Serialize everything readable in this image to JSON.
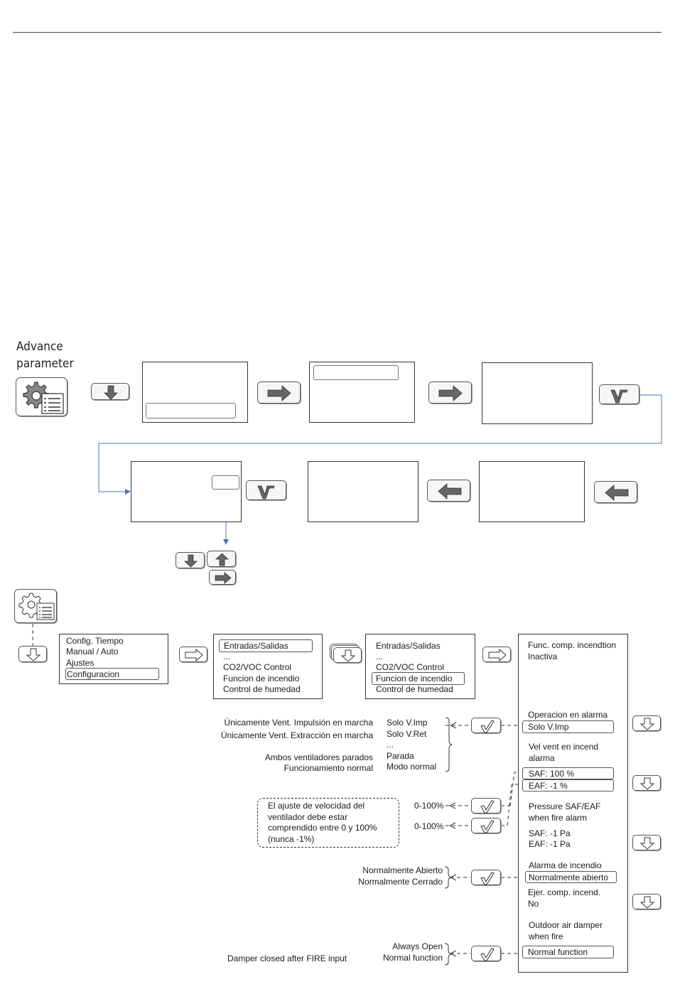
{
  "section_title": {
    "line1": "Advance",
    "line2": "parameter"
  },
  "menu1": {
    "items": [
      "Config. Tiempo",
      "Manual / Auto",
      "Ajustes"
    ],
    "selected": "Configuracion"
  },
  "menu2": {
    "selected": "Entradas/Salidas",
    "items": [
      "...",
      "CO2/VOC Control",
      "Funcion de incendio",
      "Control de humedad"
    ]
  },
  "menu3": {
    "items_before": [
      "Entradas/Salidas",
      "...",
      "CO2/VOC Control"
    ],
    "selected": "Funcion de incendio",
    "items_after": [
      "Control de humedad"
    ]
  },
  "fire_panel": {
    "header1": "Func. comp. incendtion",
    "header2": "Inactiva",
    "op_alarm_label": "Operacion en alarma",
    "op_alarm_value": "Solo V.Imp",
    "vel_label1": "Vel vent en incend",
    "vel_label2": "alarma",
    "saf_value": "SAF:  100 %",
    "eaf_value": "EAF:     -1 %",
    "pressure_label1": "Pressure SAF/EAF",
    "pressure_label2": "when fire alarm",
    "pressure_saf": "SAF:     -1 Pa",
    "pressure_eaf": "EAF:     -1 Pa",
    "alarm_label": "Alarma de incendio",
    "alarm_value": "Normalmente abierto",
    "ejer_label": "Ejer. comp. incend.",
    "ejer_value": "No",
    "damper_label1": "Outdoor air damper",
    "damper_label2": "when fire",
    "damper_value": "Normal function"
  },
  "op_alarm_options": {
    "descriptions": [
      "Únicamente Vent. Impulsión en marcha",
      "Únicamente Vent. Extracción en marcha",
      "Ambos ventiladores parados",
      "Funcionamiento normal"
    ],
    "values": [
      "Solo V.Imp",
      "Solo V.Ret",
      "...",
      "Parada",
      "Modo normal"
    ]
  },
  "speed_note": {
    "text": [
      "El ajuste de velocidad del",
      "ventilador debe estar",
      "comprendido entre 0 y 100%",
      "(nunca -1%)"
    ],
    "range1": "0-100%",
    "range2": "0-100%"
  },
  "alarm_options": [
    "Normalmente Abierto",
    "Normalmente Cerrado"
  ],
  "damper_options": [
    "Always Open",
    "Normal function"
  ],
  "damper_note": "Damper closed after FIRE input",
  "colors": {
    "flow_line": "#4a74b4",
    "button_arrow": "#555555",
    "frame": "#333333"
  },
  "icons": [
    "gear-list-icon",
    "arrow-down-icon",
    "arrow-right-icon",
    "arrow-left-icon",
    "arrow-up-icon",
    "check-icon"
  ]
}
